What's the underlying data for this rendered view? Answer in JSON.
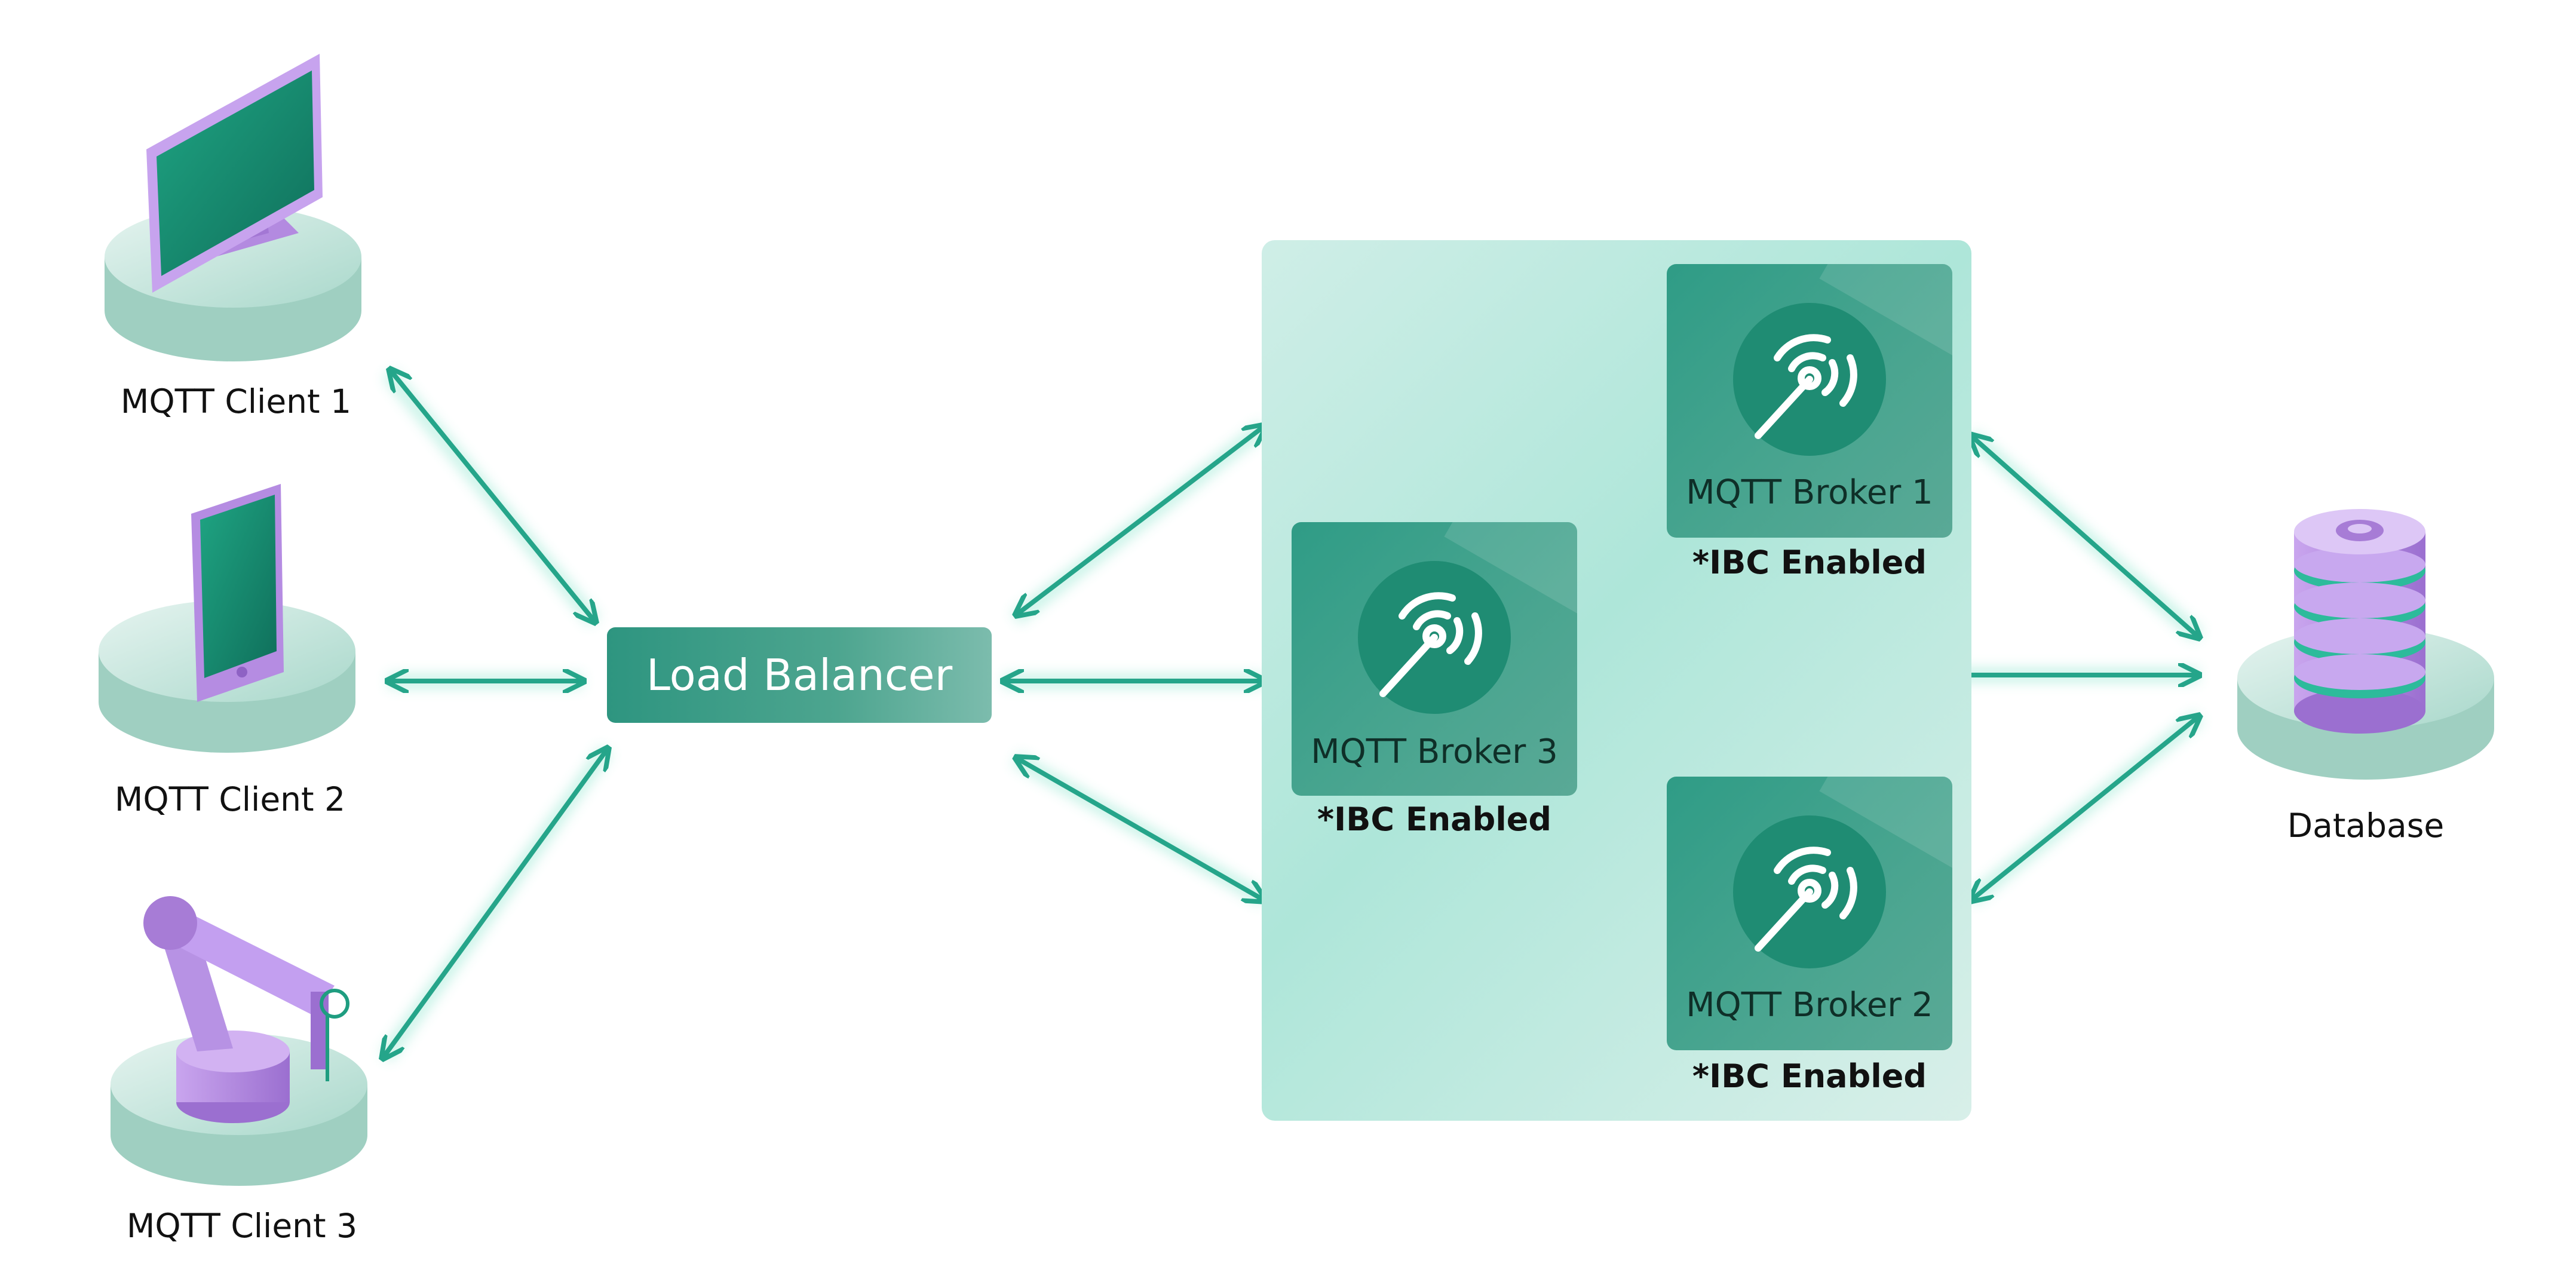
{
  "clients": [
    {
      "label": "MQTT Client 1"
    },
    {
      "label": "MQTT Client 2"
    },
    {
      "label": "MQTT Client 3"
    }
  ],
  "load_balancer": {
    "label": "Load Balancer"
  },
  "brokers": [
    {
      "label": "MQTT Broker 1",
      "note": "*IBC Enabled"
    },
    {
      "label": "MQTT Broker 2",
      "note": "*IBC Enabled"
    },
    {
      "label": "MQTT Broker 3",
      "note": "*IBC Enabled"
    }
  ],
  "database": {
    "label": "Database"
  },
  "colors": {
    "accent": "#25a58a",
    "arrow_glow": "#7fe3c9",
    "cluster_bg": "#c4ece2",
    "broker_bg": "#3e9e88",
    "device_purple": "#b48be0",
    "platform": "#bfe0d6"
  },
  "icons": [
    "monitor-icon",
    "tablet-icon",
    "robot-arm-icon",
    "antenna-signal-icon",
    "database-icon"
  ]
}
